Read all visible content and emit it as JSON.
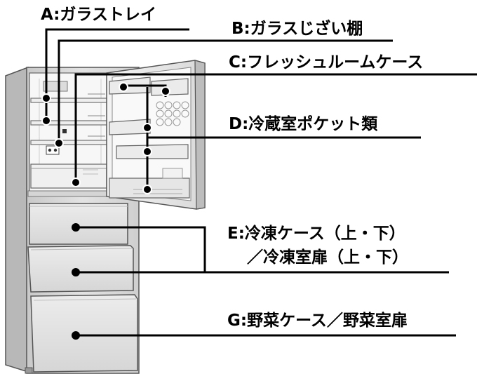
{
  "labels": {
    "a": "A:ガラストレイ",
    "b": "B:ガラスじざい棚",
    "c": "C:フレッシュルームケース",
    "d": "D:冷蔵室ポケット類",
    "e_line1": "E:冷凍ケース（上・下）",
    "e_line2": "／冷凍室扉（上・下）",
    "g": "G:野菜ケース／野菜室扉"
  }
}
